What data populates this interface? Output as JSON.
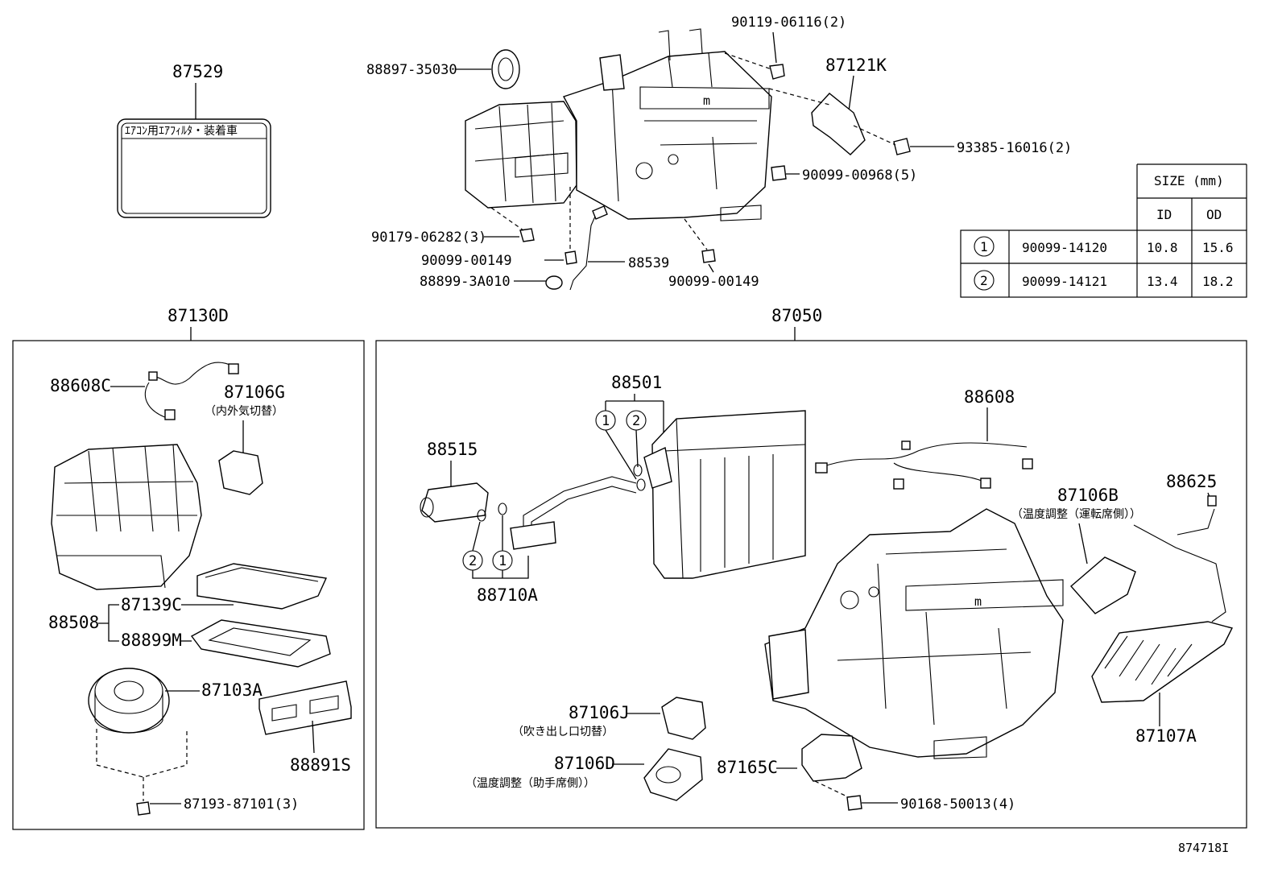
{
  "labels": {
    "filter_label_part": "87529",
    "filter_label_text": "ｴｱｺﾝ用ｴｱﾌｨﾙﾀ・装着車",
    "grommet": "88897-35030",
    "bolt_top": "90119-06116(2)",
    "bracket": "87121K",
    "screw_93385": "93385-16016(2)",
    "screw_968": "90099-00968(5)",
    "nut_282": "90179-06282(3)",
    "screw_149_left": "90099-00149",
    "pipe_88539": "88539",
    "grommet_3a010": "88899-3A010",
    "screw_149_right": "90099-00149",
    "blower_assy": "87130D",
    "heater_assy": "87050",
    "harness_c": "88608C",
    "servo_g": "87106G",
    "servo_g_desc": "（内外気切替）",
    "filter_c": "87139C",
    "filter_group": "88508",
    "filter_m": "88899M",
    "motor": "87103A",
    "cover_s": "88891S",
    "screw_87193": "87193-87101(3)",
    "orings": "88501",
    "exp_valve": "88515",
    "harness": "88608",
    "servo_b": "87106B",
    "servo_b_desc": "（温度調整（運転席側））",
    "sensor": "88625",
    "tube_a": "88710A",
    "core_a": "87107A",
    "servo_j": "87106J",
    "servo_j_desc": "（吹き出し口切替）",
    "servo_d": "87106D",
    "servo_d_desc": "（温度調整（助手席側））",
    "servo_c": "87165C",
    "screw_50013": "90168-50013(4)",
    "ref_no": "874718I",
    "circ1": "1",
    "circ2": "2"
  },
  "size_table": {
    "header": "SIZE (mm)",
    "col_id": "ID",
    "col_od": "OD",
    "rows": [
      {
        "num": "1",
        "part": "90099-14120",
        "id": "10.8",
        "od": "15.6"
      },
      {
        "num": "2",
        "part": "90099-14121",
        "id": "13.4",
        "od": "18.2"
      }
    ]
  }
}
